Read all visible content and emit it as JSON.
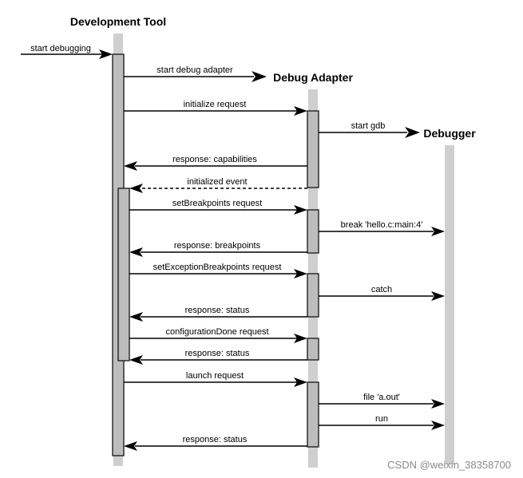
{
  "participants": {
    "tool": "Development Tool",
    "adapter": "Debug Adapter",
    "debugger": "Debugger"
  },
  "messages": {
    "start_debugging": "start debugging",
    "start_debug_adapter": "start debug adapter",
    "initialize_request": "initialize request",
    "start_gdb": "start gdb",
    "response_capabilities": "response: capabilities",
    "initialized_event": "initialized event",
    "set_breakpoints_request": "setBreakpoints request",
    "break_hello": "break 'hello.c:main:4'",
    "response_breakpoints": "response: breakpoints",
    "set_exception_breakpoints_request": "setExceptionBreakpoints request",
    "catch": "catch",
    "response_status_1": "response: status",
    "configuration_done_request": "configurationDone request",
    "response_status_2": "response: status",
    "launch_request": "launch request",
    "file_aout": "file 'a.out'",
    "run": "run",
    "response_status_3": "response: status"
  },
  "watermark": "CSDN @weixin_38358700"
}
